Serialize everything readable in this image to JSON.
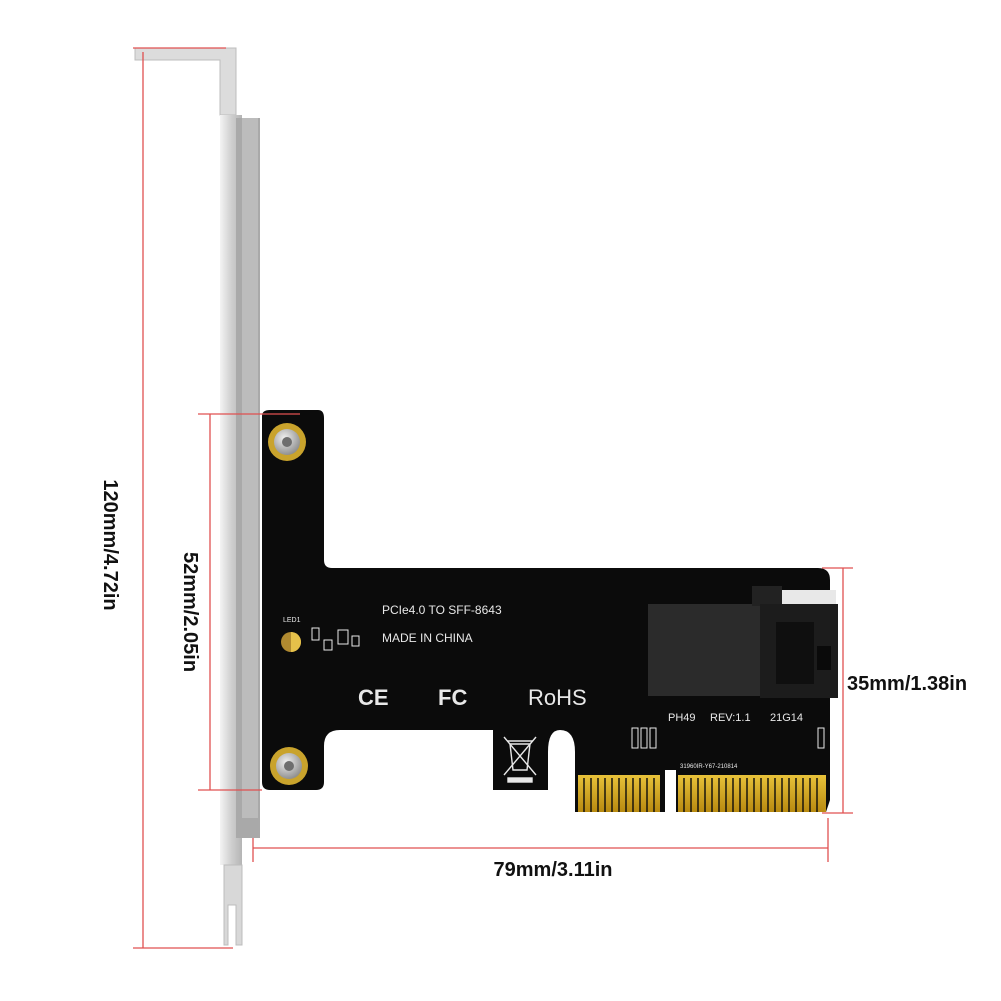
{
  "dimensions": {
    "height_total": "120mm/4.72in",
    "height_bracket": "52mm/2.05in",
    "height_card": "35mm/1.38in",
    "width_card": "79mm/3.11in"
  },
  "board": {
    "model": "PCIe4.0 TO SFF-8643",
    "origin": "MADE IN CHINA",
    "led_label": "LED1",
    "part_code": "PH49",
    "revision": "REV:1.1",
    "date_code": "21G14",
    "serial": "31960IR-Y67-210814",
    "cert_ce": "CE",
    "cert_fc": "FC",
    "cert_rohs": "RoHS"
  },
  "colors": {
    "dimension_line": "#e05050",
    "pcb": "#0b0b0b",
    "gold_contacts": "#d4a81c",
    "bracket": "#c8c8c8",
    "connector": "#2a2a2a"
  }
}
